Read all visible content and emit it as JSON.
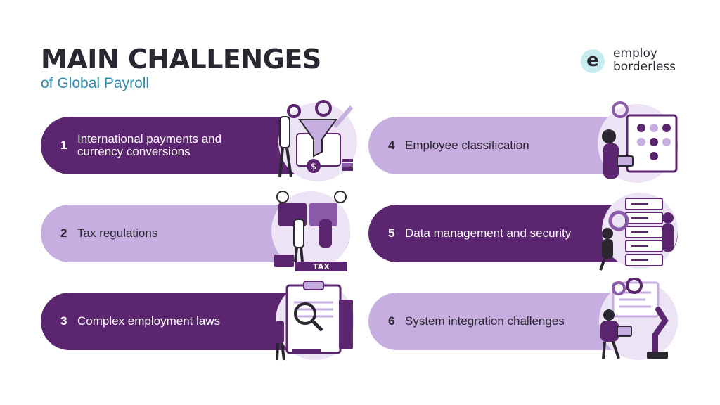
{
  "header": {
    "title": "MAIN CHALLENGES",
    "subtitle": "of Global Payroll"
  },
  "logo": {
    "mark": "e",
    "line1": "employ",
    "line2": "borderless"
  },
  "challenges": [
    {
      "num": "1",
      "label": "International payments and currency conversions",
      "style": "dark",
      "icon": "currency-funnel-illustration"
    },
    {
      "num": "2",
      "label": "Tax regulations",
      "style": "light",
      "icon": "tax-puzzle-illustration",
      "illus_text": "TAX"
    },
    {
      "num": "3",
      "label": "Complex employment laws",
      "style": "dark",
      "icon": "legal-document-illustration"
    },
    {
      "num": "4",
      "label": "Employee classification",
      "style": "light",
      "icon": "classification-board-illustration"
    },
    {
      "num": "5",
      "label": "Data management and security",
      "style": "dark",
      "icon": "server-security-illustration"
    },
    {
      "num": "6",
      "label": "System integration challenges",
      "style": "light",
      "icon": "robot-arm-integration-illustration"
    }
  ],
  "colors": {
    "dark": "#5b256f",
    "light": "#c6aee0",
    "title": "#2b2730",
    "subtitle": "#2f8bad",
    "logo_bg": "#c7ecef"
  }
}
